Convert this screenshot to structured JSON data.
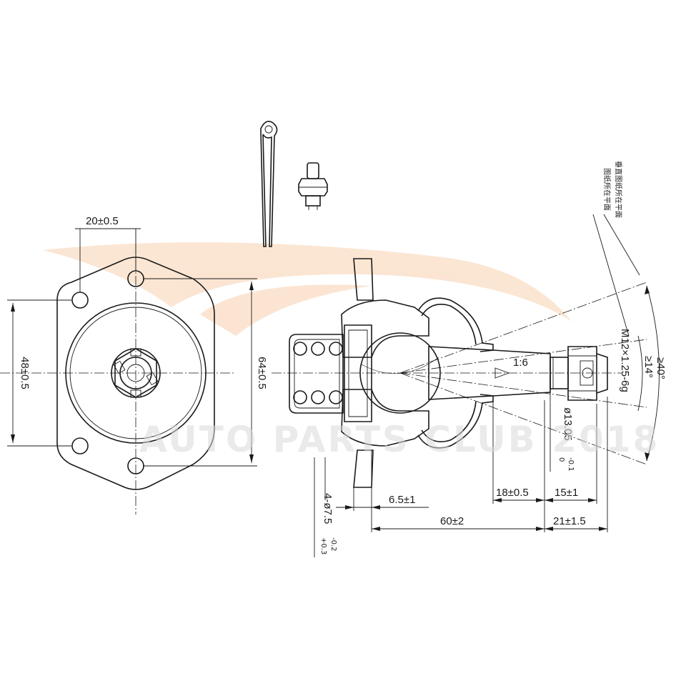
{
  "watermark": {
    "text": "AUTO PARTS CLUB 2018",
    "swoosh_color": "#f2b27a"
  },
  "dimensions": {
    "hole_spacing": "20±0.5",
    "height_48": "48±0.5",
    "height_64": "64±0.5",
    "thread": "M12×1.25-6g",
    "taper": "1:6",
    "angle_14": "≥14°",
    "angle_40": "≥40°",
    "stud_dia": "ø13.05",
    "stud_dia_tol_upper": "0",
    "stud_dia_tol_lower": "-0.1",
    "len_18": "18±0.5",
    "len_15": "15±1",
    "len_6_5": "6.5±1",
    "len_60": "60±2",
    "len_21": "21±1.5",
    "holes": "4-ø7.5",
    "holes_tol_upper": "+0.3",
    "holes_tol_lower": "-0.2"
  },
  "notes": {
    "line1": "垂直图纸所在平面",
    "line2": "图纸所在平面"
  }
}
